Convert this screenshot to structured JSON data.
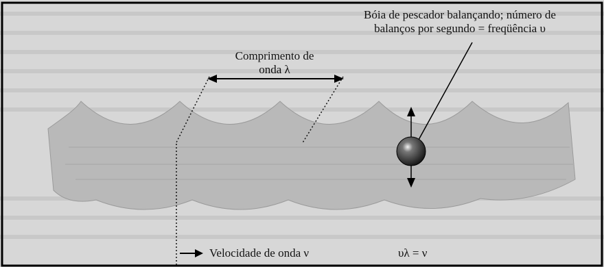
{
  "labels": {
    "buoy_line1": "Bóia de pescador balançando; número de",
    "buoy_line2": "balanços por segundo = freqüência υ",
    "wavelength_line1": "Comprimento de",
    "wavelength_line2": "onda λ",
    "velocity": "Velocidade de onda ν",
    "equation": "υλ = ν"
  },
  "colors": {
    "page_background": "#d7d7d7",
    "wave_fill": "#b9b9b9",
    "buoy": "#1a1a1a"
  }
}
